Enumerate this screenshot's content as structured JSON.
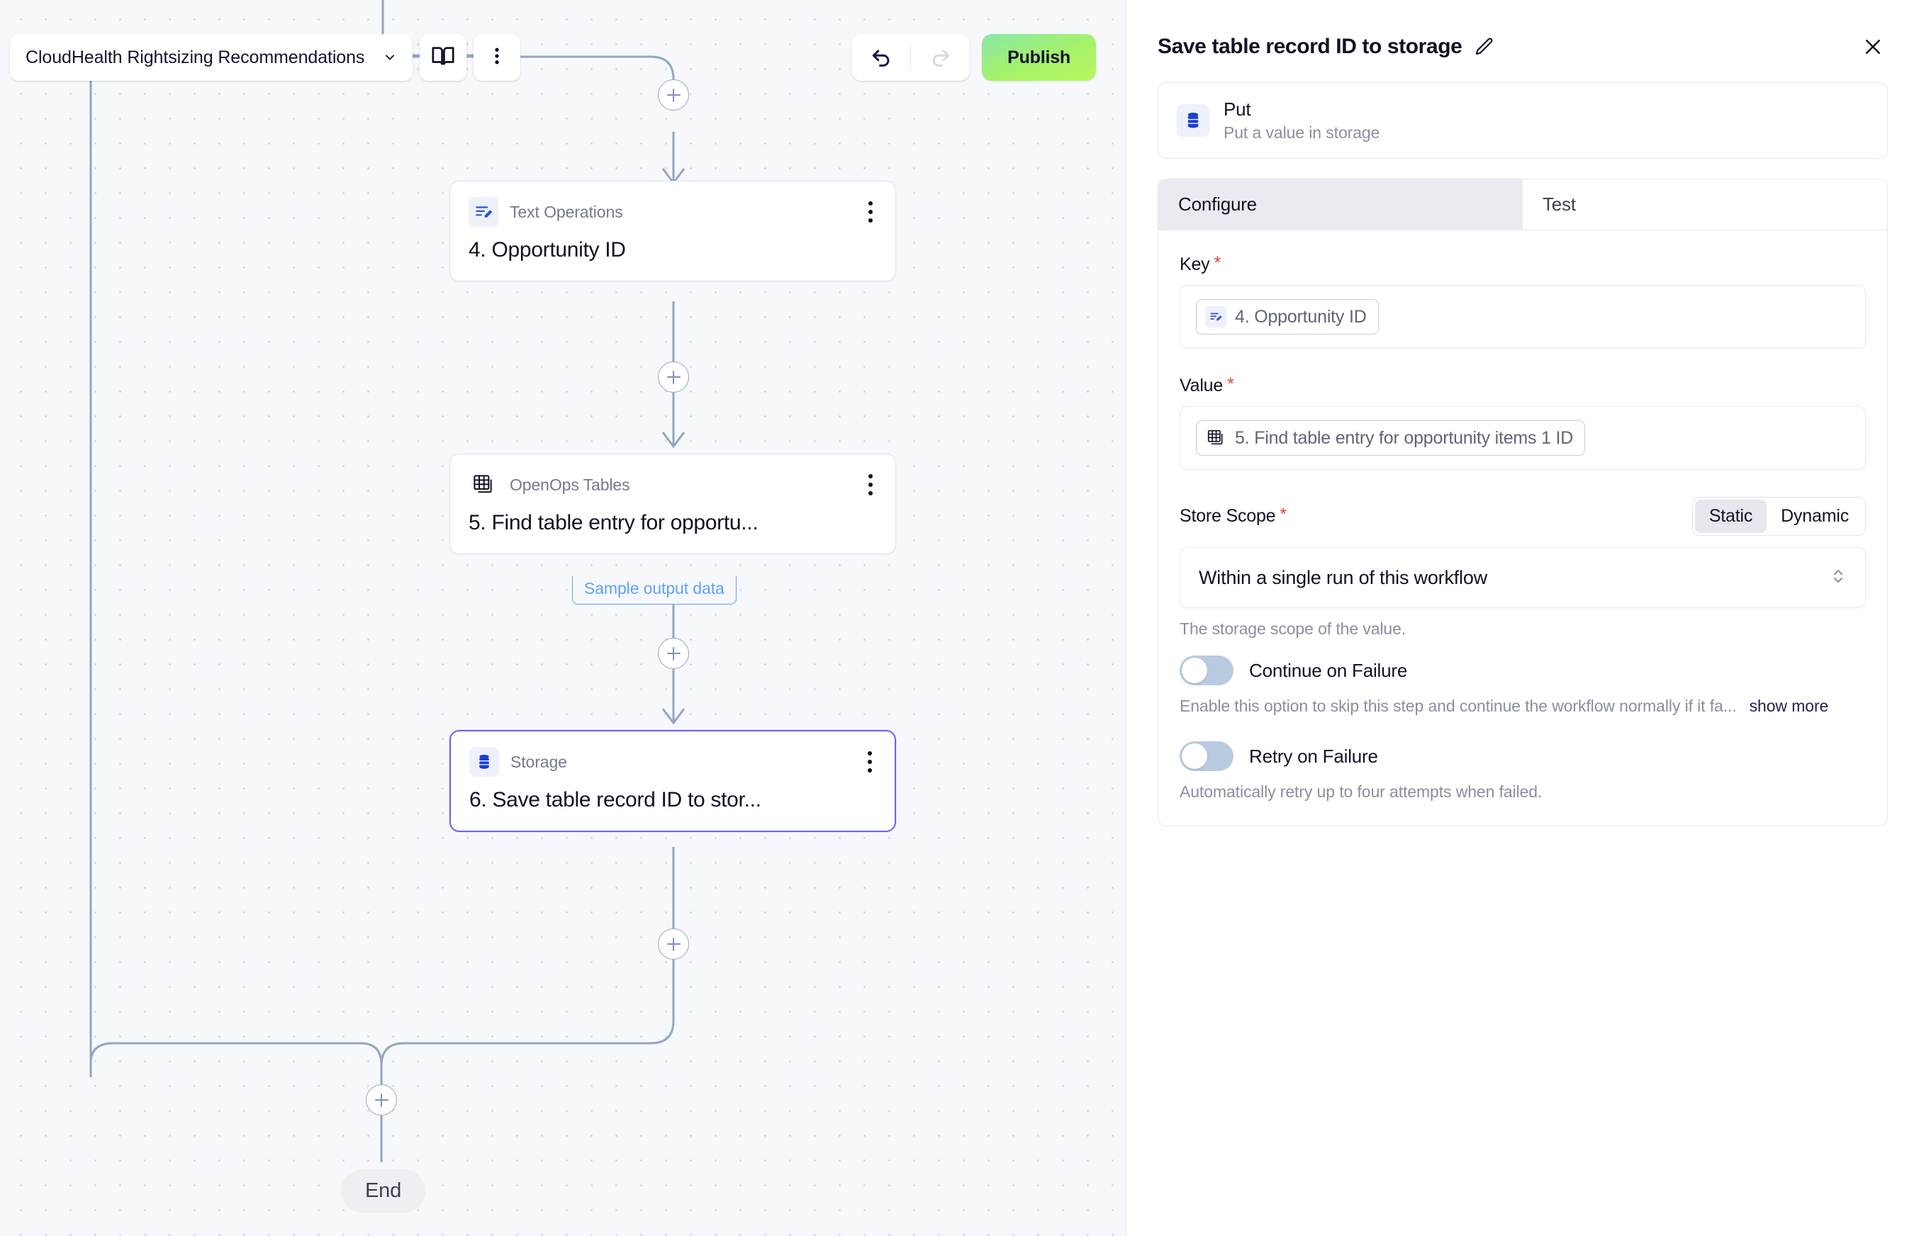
{
  "toolbar": {
    "workflow_name": "CloudHealth Rightsizing Recommendations",
    "chevron_icon": "chevron-down-icon",
    "docs_icon": "book-icon",
    "more_icon": "kebab-menu-icon",
    "undo_icon": "undo-arrow-icon",
    "redo_icon": "redo-arrow-icon",
    "publish_label": "Publish",
    "publish_color": "#a8f068"
  },
  "canvas": {
    "nodes": [
      {
        "type": "Text Operations",
        "title": "4. Opportunity ID",
        "icon": "text-operations-icon",
        "selected": false
      },
      {
        "type": "OpenOps Tables",
        "title": "5. Find table entry for opportu...",
        "icon": "table-icon",
        "selected": false,
        "badge": "Sample output data"
      },
      {
        "type": "Storage",
        "title": "6. Save table record ID to stor...",
        "icon": "database-icon",
        "selected": true
      }
    ],
    "add_button_label": "+",
    "end_label": "End",
    "sample_badge_color": "#60a2f7",
    "selected_border_color": "#6c63f5"
  },
  "panel": {
    "title": "Save table record ID to storage",
    "edit_icon": "pencil-icon",
    "close_icon": "close-icon",
    "piece": {
      "name": "Put",
      "description": "Put a value in storage",
      "icon": "database-icon"
    },
    "tabs": [
      {
        "label": "Configure",
        "active": true
      },
      {
        "label": "Test",
        "active": false
      }
    ],
    "fields": {
      "key": {
        "label": "Key",
        "required": "*",
        "chip_text": "4. Opportunity ID",
        "chip_icon": "text-operations-icon"
      },
      "value": {
        "label": "Value",
        "required": "*",
        "chip_text": "5. Find table entry for opportunity items 1 ID",
        "chip_icon": "table-icon"
      },
      "store_scope": {
        "label": "Store Scope",
        "required": "*",
        "mode_static": "Static",
        "mode_dynamic": "Dynamic",
        "selected_mode": "Static",
        "value": "Within a single run of this workflow",
        "helper": "The storage scope of the value.",
        "caret_icon": "chevron-up-down-icon"
      }
    },
    "options": [
      {
        "label": "Continue on Failure",
        "enabled": false,
        "description": "Enable this option to skip this step and continue the workflow normally if it fa...",
        "show_more": "show more"
      },
      {
        "label": "Retry on Failure",
        "enabled": false,
        "description": "Automatically retry up to four attempts when failed.",
        "show_more": ""
      }
    ]
  }
}
